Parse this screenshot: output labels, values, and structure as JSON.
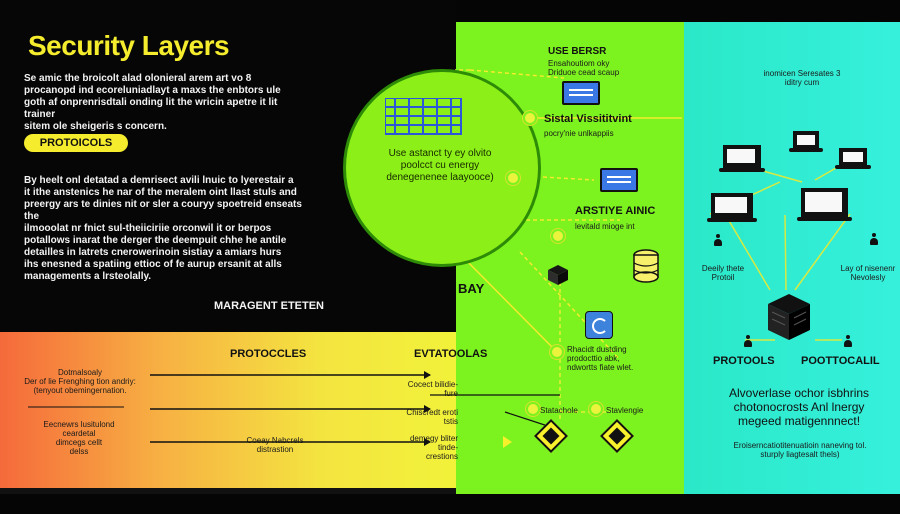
{
  "header": {
    "title": "Security Layers",
    "intro": [
      "Se amic the broicolt alad olonieral arem art vo 8",
      "procanopd ind ecoreluniadlayt a maxs the enbtors ule",
      "goth af onprenrisdtali onding lit the wricin apetre it lit trainer",
      "sitem ole sheigeris s concern."
    ]
  },
  "badge": {
    "label": "PROTOICOLS"
  },
  "left_paragraph": [
    "By heelt onl detatad a demrisect avili lnuic to lyerestair a",
    "it ithe anstenics he nar of the meralem oint llast stuls and",
    "preergy ars te dinies nit or sler a couryy spoetreid enseats the",
    "ilmooolat nr fnict sul-theiiciriie orconwil it or berpos",
    "potallows inarat the derger the deempuit chhe he antile",
    "detailles in latrets cnerowerinoin sistiay a amiars hurs",
    "ihs enesned a spatiing ettioc of fe aurup ersanit at alls",
    "managements a lrsteolally."
  ],
  "circle": {
    "lines": [
      "Use astanct ty ey olvito",
      "poolcct cu energy",
      "denegenenee laayooce)"
    ]
  },
  "left_bottom": {
    "heading": "MARAGENT ETETEN",
    "subheading": "PROTOCCLES",
    "midheading": "EVTATOOLAS",
    "block1": [
      "Dotmalsoaly",
      "Der of lie Frenghing tion andriy:",
      "(tenyout obemingernation."
    ],
    "block2": [
      "Eecnewrs lusitulond",
      "ceardetal",
      "dimcegs cellt",
      "delss"
    ],
    "block3": [
      "Coeay Nabcrels",
      "distrastion"
    ],
    "right_labels": [
      "Cocect bilidie-",
      "fure",
      "Chiscredt eroti",
      "tstis",
      "demegy bliter tinde-",
      "crestions"
    ]
  },
  "green": {
    "heading_top": "USE BERSR",
    "sub_top": [
      "Ensahoutiom oky",
      "Driduoe cead scaup"
    ],
    "heading_mid": "Sistal Vissititvint",
    "sub_mid": [
      "pocry'nie unlkappiis"
    ],
    "heading_mid2": "ARSTIYE AINIC",
    "sub_mid2": [
      "levitald mioge int"
    ],
    "label_bay": "BAY",
    "bottom_text": [
      "Rhacidt dustding",
      "prodocttio abk,",
      "ndwortts fiate wlet."
    ],
    "bottom_labels": [
      "Statachole",
      "Stavlengie"
    ]
  },
  "cyan": {
    "top_caption": [
      "inomicen Seresates 3",
      "iditry cum"
    ],
    "left_text": [
      "Deeily thete",
      "Protoil"
    ],
    "right_text": [
      "Lay of nisenenr",
      "Nevolesly"
    ],
    "protocol_left": "PROTOOLS",
    "protocol_right": "POOTTOCALIL",
    "bottom_para": [
      "Alvoverlase ochor isbhrins",
      "chotonocrosts Anl lnergy",
      "megeed matigennnect!"
    ],
    "small_para": [
      "Eroiserncatiotitenuatioin naneving tol.",
      "sturply liagtesalt thels)"
    ]
  }
}
